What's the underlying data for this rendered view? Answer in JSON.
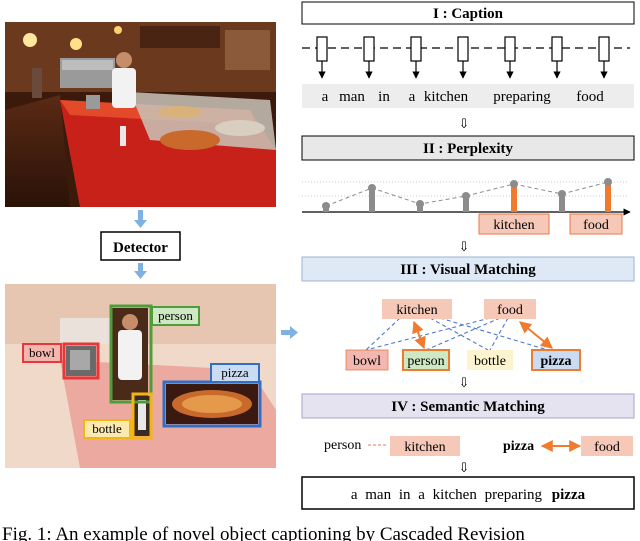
{
  "left_panel": {
    "detector_label": "Detector",
    "detections": [
      {
        "label": "bowl",
        "color": "#e8363b",
        "label_bg": "#f3b7b0"
      },
      {
        "label": "person",
        "color": "#4f9d3a",
        "label_bg": "#cfe8c4"
      },
      {
        "label": "pizza",
        "color": "#2f6fc6",
        "label_bg": "#c9dcf3"
      },
      {
        "label": "bottle",
        "color": "#f2b514",
        "label_bg": "#fbe9b0"
      }
    ]
  },
  "stages": {
    "caption": {
      "title": "I : Caption",
      "words": [
        "a",
        "man",
        "in",
        "a",
        "kitchen",
        "preparing",
        "food"
      ]
    },
    "perplexity": {
      "title": "II : Perplexity",
      "highlight_words": [
        "kitchen",
        "food"
      ]
    },
    "visual_matching": {
      "title": "III : Visual Matching",
      "candidates": [
        "kitchen",
        "food"
      ],
      "objects": [
        "bowl",
        "person",
        "bottle",
        "pizza"
      ]
    },
    "semantic_matching": {
      "title": "IV : Semantic Matching",
      "pair1": {
        "object": "person",
        "word": "kitchen"
      },
      "pair2": {
        "object": "pizza",
        "word": "food"
      }
    }
  },
  "final_caption": {
    "prefix": "a man in a kitchen preparing",
    "replaced": "pizza"
  },
  "figure_caption": "Fig. 1: An example of novel object captioning by Cascaded Revision",
  "colors": {
    "title_gray": "#e8e8e8",
    "title_blue": "#dfe9f5",
    "title_purple": "#e6e3f1",
    "word_box": "#f5c8b8",
    "word_border": "#e87a4a",
    "orange": "#f07a2e",
    "gray_bar": "#8c8c8c",
    "dashed_blue": "#4a77c8",
    "arrow_blue": "#7fb2e3",
    "bottle_fill": "#fdf3cf"
  }
}
